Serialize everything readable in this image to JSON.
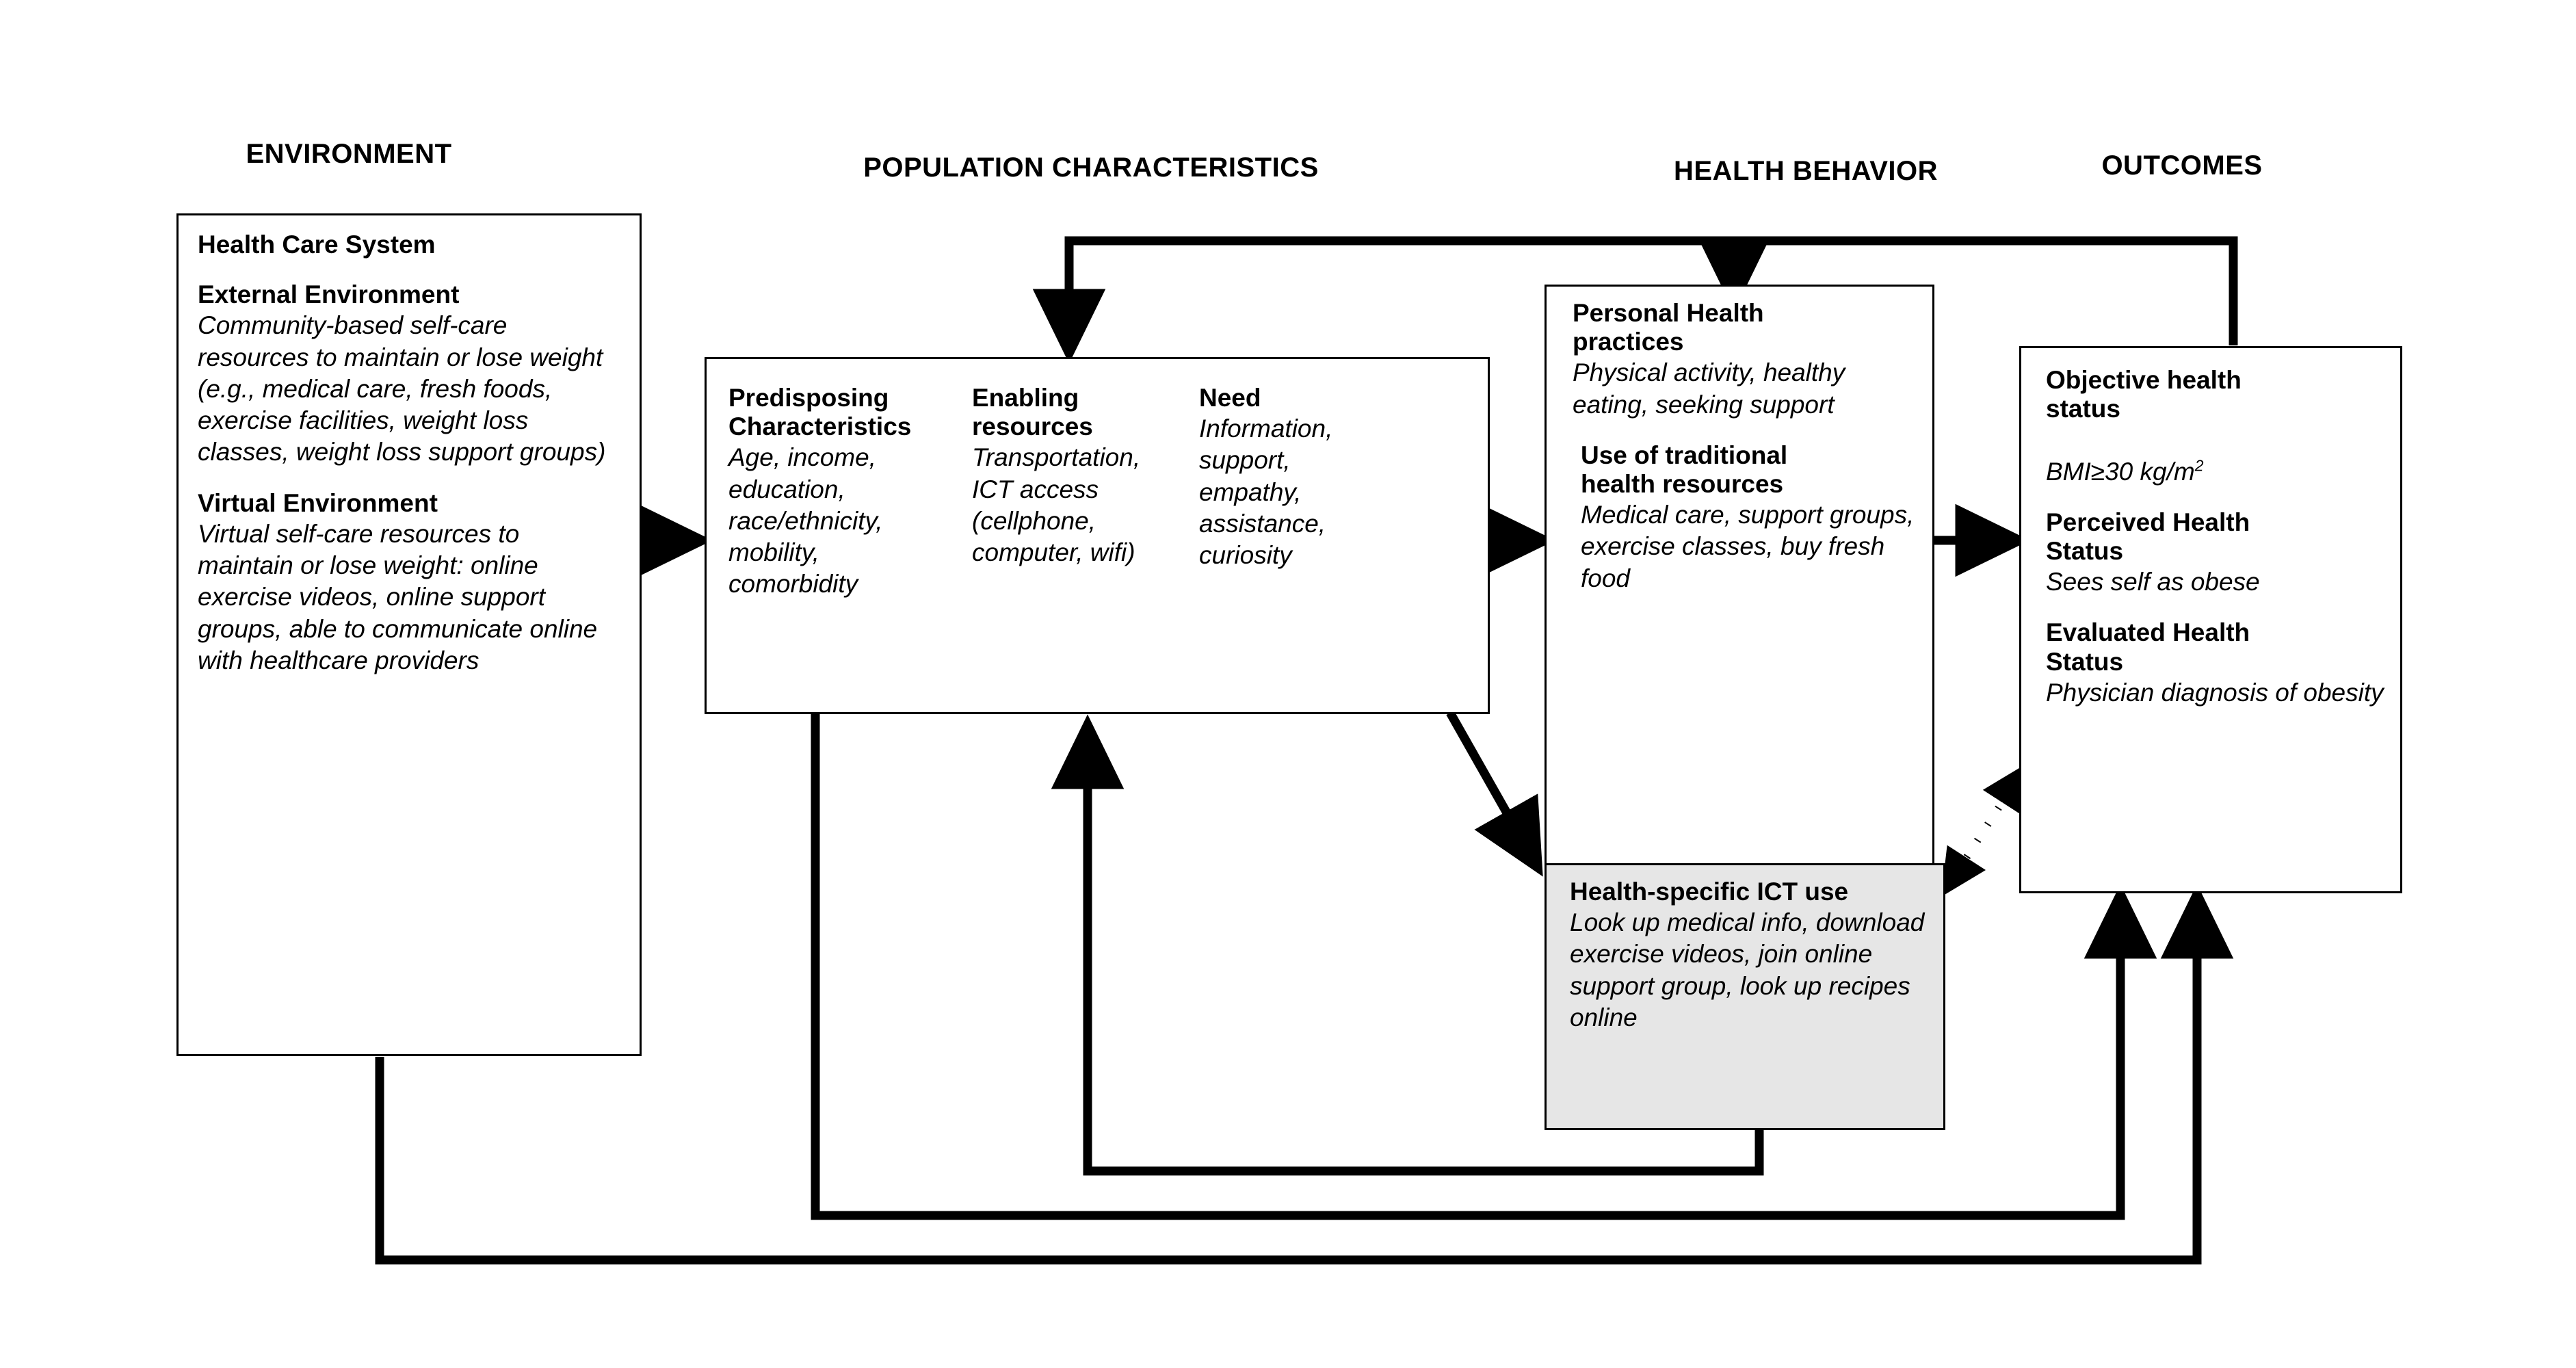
{
  "diagram": {
    "title_row": [
      {
        "id": "environment",
        "label": "ENVIRONMENT"
      },
      {
        "id": "population-characteristics",
        "label": "POPULATION CHARACTERISTICS"
      },
      {
        "id": "health-behavior",
        "label": "HEALTH BEHAVIOR"
      },
      {
        "id": "outcomes",
        "label": "OUTCOMES"
      }
    ],
    "environment_box": {
      "health_care_system": "Health Care System",
      "external_heading": "External Environment",
      "external_body": "Community-based self-care resources to maintain or lose weight (e.g., medical care, fresh foods, exercise facilities, weight loss classes, weight loss support groups)",
      "virtual_heading": "Virtual Environment",
      "virtual_body": "Virtual self-care resources to maintain or lose weight: online exercise videos, online support groups, able to communicate online with healthcare providers"
    },
    "population_box": {
      "predisposing_heading": "Predisposing\nCharacteristics",
      "predisposing_body": "Age, income, education, race/ethnicity, mobility, comorbidity",
      "enabling_heading": "Enabling\nresources",
      "enabling_body": "Transportation, ICT access (cellphone, computer, wifi)",
      "need_heading": "Need",
      "need_body": "Information, support, empathy, assistance, curiosity"
    },
    "health_behavior_box": {
      "practices_heading": "Personal Health\npractices",
      "practices_body": "Physical activity, healthy eating, seeking support",
      "traditional_heading": "Use of traditional\nhealth resources",
      "traditional_body": "Medical care, support groups, exercise classes, buy fresh food"
    },
    "ict_box": {
      "heading": "Health-specific ICT use",
      "body": "Look up medical info, download exercise videos, join online support group, look up recipes online",
      "fill_color": "#e6e6e6"
    },
    "outcomes_box": {
      "objective_heading": "Objective health\nstatus",
      "objective_body_prefix": "BMI≥30 kg/m",
      "objective_body_sup": "2",
      "perceived_heading": "Perceived Health\nStatus",
      "perceived_body": "Sees self as obese",
      "evaluated_heading": "Evaluated Health\nStatus",
      "evaluated_body": "Physician diagnosis of obesity"
    },
    "connectors": [
      {
        "id": "environment-to-population",
        "style": "solid",
        "from": "environment-box",
        "to": "population-box"
      },
      {
        "id": "population-to-health-behavior",
        "style": "solid",
        "from": "population-box",
        "to": "health-behavior-box"
      },
      {
        "id": "population-to-ict",
        "style": "solid",
        "from": "population-box",
        "to": "ict-box"
      },
      {
        "id": "health-behavior-to-outcomes",
        "style": "solid",
        "from": "health-behavior-box",
        "to": "outcomes-box"
      },
      {
        "id": "ict-to-traditional-resources",
        "style": "dotted",
        "from": "ict-box",
        "to": "health-behavior-box"
      },
      {
        "id": "ict-outcomes-bidirectional",
        "style": "dotted",
        "from": "ict-box",
        "to": "outcomes-box"
      },
      {
        "id": "outcomes-feedback-to-population",
        "style": "solid",
        "from": "outcomes-box",
        "to": "population-box"
      },
      {
        "id": "outcomes-feedback-to-health-behavior",
        "style": "solid",
        "from": "outcomes-box",
        "to": "health-behavior-box"
      },
      {
        "id": "ict-feedback-to-population",
        "style": "solid",
        "from": "ict-box",
        "to": "population-box"
      },
      {
        "id": "population-feedback-to-outcomes",
        "style": "solid",
        "from": "population-box",
        "to": "outcomes-box"
      },
      {
        "id": "environment-feedback-to-outcomes",
        "style": "solid",
        "from": "environment-box",
        "to": "outcomes-box"
      }
    ],
    "colors": {
      "stroke": "#000000",
      "background": "#ffffff",
      "shade": "#e6e6e6"
    }
  }
}
